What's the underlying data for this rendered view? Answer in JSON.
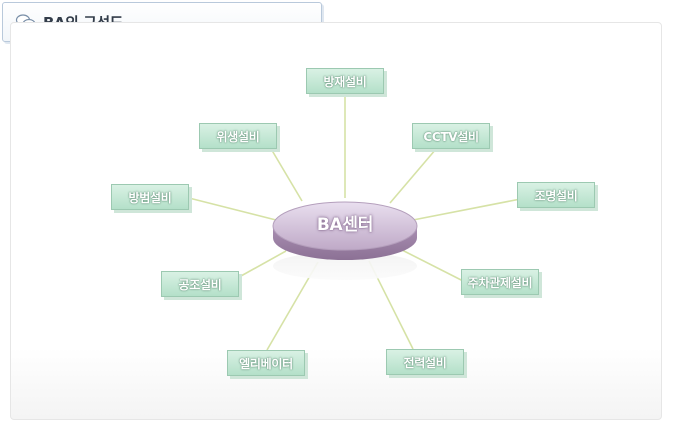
{
  "header": {
    "title": "BA의 구성도",
    "icon": "speech-bubble-icon"
  },
  "center": {
    "label": "BA센터"
  },
  "nodes": [
    {
      "key": "fire",
      "label": "방재설비"
    },
    {
      "key": "cctv",
      "label": "CCTV설비"
    },
    {
      "key": "lighting",
      "label": "조명설비"
    },
    {
      "key": "parking",
      "label": "주차관제설비"
    },
    {
      "key": "power",
      "label": "전력설비"
    },
    {
      "key": "elevator",
      "label": "엘리베이터"
    },
    {
      "key": "hvac",
      "label": "공조설비"
    },
    {
      "key": "crime",
      "label": "방범설비"
    },
    {
      "key": "sanitary",
      "label": "위생설비"
    }
  ],
  "colors": {
    "node_fill": "#c6e8d6",
    "node_border": "#9cc9b1",
    "connector": "#d6e2a6",
    "center_fill": "#c9b8d0",
    "title_border": "#b9c9db"
  }
}
